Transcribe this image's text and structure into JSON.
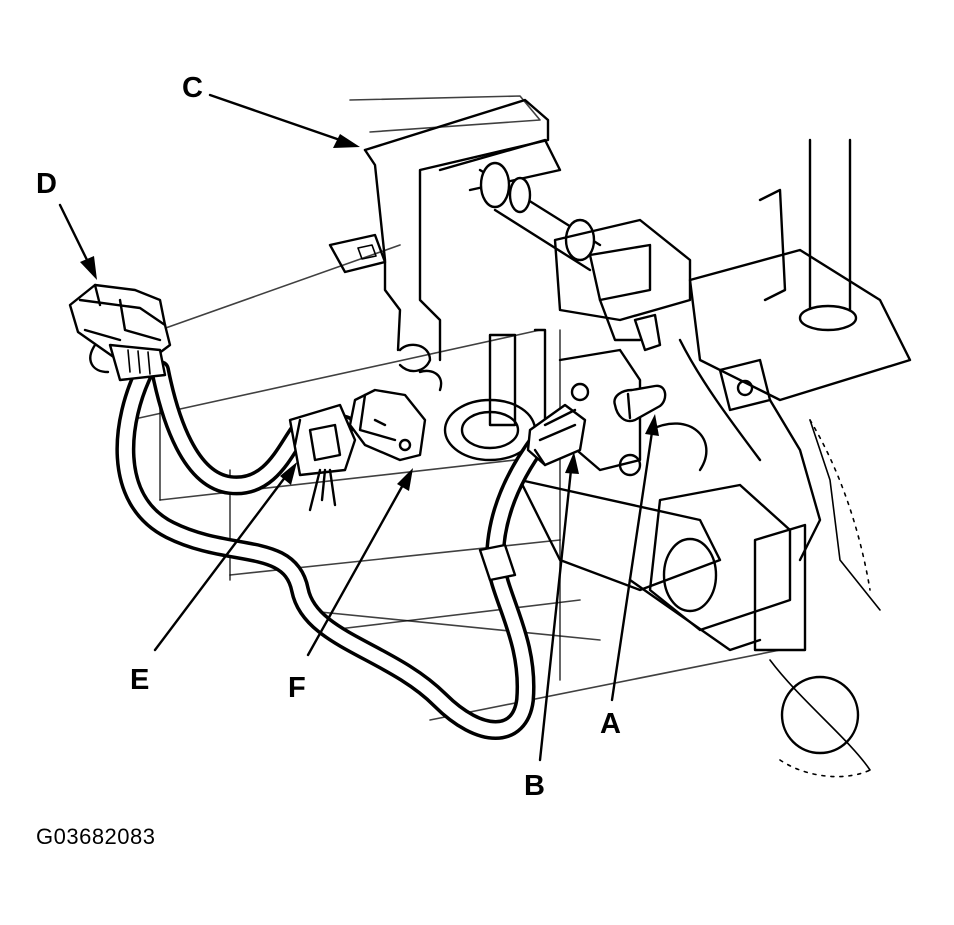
{
  "callouts": {
    "a": "A",
    "b": "B",
    "c": "C",
    "d": "D",
    "e": "E",
    "f": "F"
  },
  "figure_id": "G03682083"
}
